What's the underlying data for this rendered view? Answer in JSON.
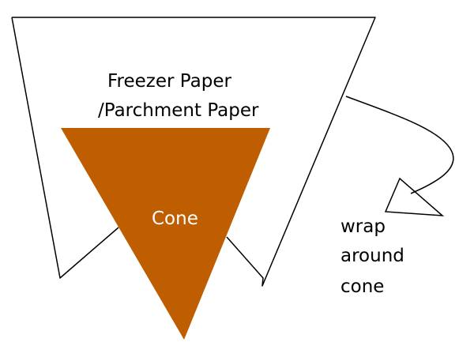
{
  "labels": {
    "paper_line1": "Freezer Paper",
    "paper_line2": "/Parchment Paper",
    "cone": "Cone",
    "wrap_line1": "wrap",
    "wrap_line2": "around",
    "wrap_line3": "cone"
  },
  "colors": {
    "cone_fill": "#bf5e00",
    "outline": "#000000",
    "background": "#ffffff"
  }
}
